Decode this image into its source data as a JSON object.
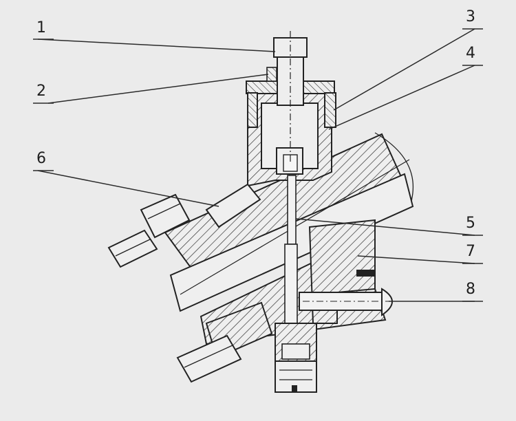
{
  "figure": {
    "callouts": [
      {
        "id": "1",
        "label": "1"
      },
      {
        "id": "2",
        "label": "2"
      },
      {
        "id": "3",
        "label": "3"
      },
      {
        "id": "4",
        "label": "4"
      },
      {
        "id": "5",
        "label": "5"
      },
      {
        "id": "6",
        "label": "6"
      },
      {
        "id": "7",
        "label": "7"
      },
      {
        "id": "8",
        "label": "8"
      }
    ],
    "colors": {
      "background": "#ebebeb",
      "ink": "#222222"
    }
  }
}
